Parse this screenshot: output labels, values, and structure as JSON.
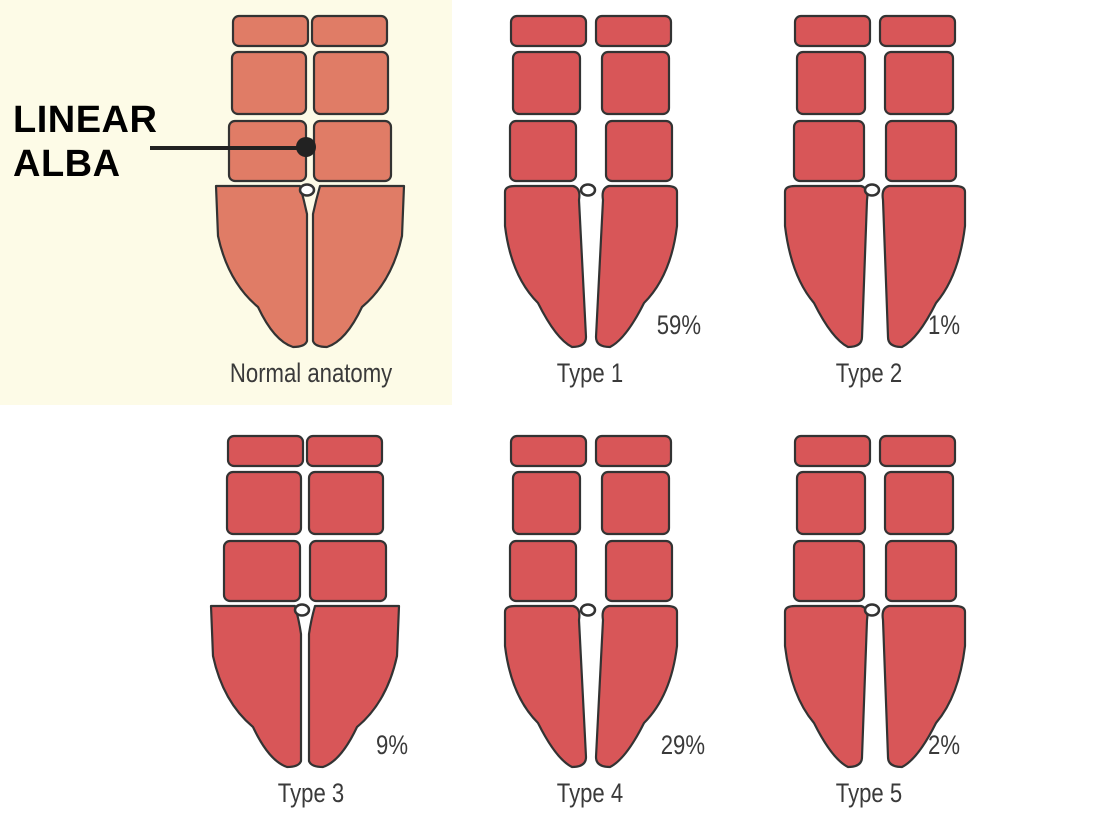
{
  "colors": {
    "normal_fill": "#e07c66",
    "diastasis_fill": "#d85658",
    "outline": "#333333",
    "highlight_bg": "#fdfbe7",
    "pointer": "#222222"
  },
  "annotation": {
    "line1": "LINEAR",
    "line2": "ALBA"
  },
  "panels": [
    {
      "id": "normal",
      "caption": "Normal anatomy",
      "percent": ""
    },
    {
      "id": "type-1",
      "caption": "Type 1",
      "percent": "59%"
    },
    {
      "id": "type-2",
      "caption": "Type 2",
      "percent": "1%"
    },
    {
      "id": "type-3",
      "caption": "Type 3",
      "percent": "9%"
    },
    {
      "id": "type-4",
      "caption": "Type 4",
      "percent": "29%"
    },
    {
      "id": "type-5",
      "caption": "Type 5",
      "percent": "2%"
    }
  ]
}
